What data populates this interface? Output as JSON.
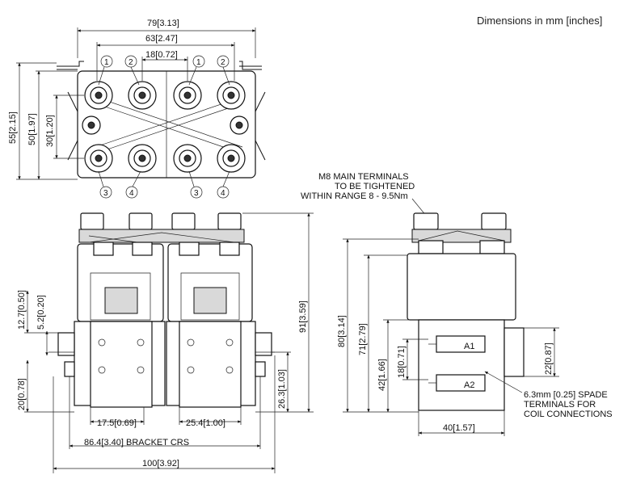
{
  "header": {
    "units_note": "Dimensions in mm [inches]"
  },
  "top_view": {
    "width_overall": "79",
    "width_overall_in": "3.13",
    "width_inner": "63",
    "width_inner_in": "2.47",
    "center_gap": "18",
    "center_gap_in": "0.72",
    "height_overall": "55",
    "height_overall_in": "2.15",
    "height_body": "50",
    "height_body_in": "1.97",
    "height_terms": "30",
    "height_terms_in": "1.20",
    "terminal_labels_top": [
      "1",
      "2",
      "1",
      "2"
    ],
    "terminal_labels_bottom": [
      "3",
      "4",
      "3",
      "4"
    ]
  },
  "front_view": {
    "height_overall": "91",
    "height_overall_in": "3.59",
    "dim_12_7": "12.7",
    "dim_12_7_in": "0.50",
    "dim_5_2": "5.2",
    "dim_5_2_in": "0.20",
    "dim_20": "20",
    "dim_20_in": "0.78",
    "dim_26_3": "26.3",
    "dim_26_3_in": "1.03",
    "dim_17_5": "17.5",
    "dim_17_5_in": "0.69",
    "dim_25_4": "25.4",
    "dim_25_4_in": "1.00",
    "bracket": "86.4",
    "bracket_in": "3.40",
    "bracket_label": "BRACKET CRS",
    "width_overall": "100",
    "width_overall_in": "3.92"
  },
  "side_view": {
    "note_main_line1": "M8 MAIN TERMINALS",
    "note_main_line2": "TO BE TIGHTENED",
    "note_main_line3": "WITHIN RANGE 8 - 9.5Nm",
    "height_80": "80",
    "height_80_in": "3.14",
    "height_71": "71",
    "height_71_in": "2.79",
    "height_42": "42",
    "height_42_in": "1.66",
    "height_18": "18",
    "height_18_in": "0.71",
    "height_22": "22",
    "height_22_in": "0.87",
    "width_40": "40",
    "width_40_in": "1.57",
    "coil_label_a1": "A1",
    "coil_label_a2": "A2",
    "note_spade_line1": "6.3mm [0.25] SPADE",
    "note_spade_line2": "TERMINALS FOR",
    "note_spade_line3": "COIL CONNECTIONS"
  }
}
